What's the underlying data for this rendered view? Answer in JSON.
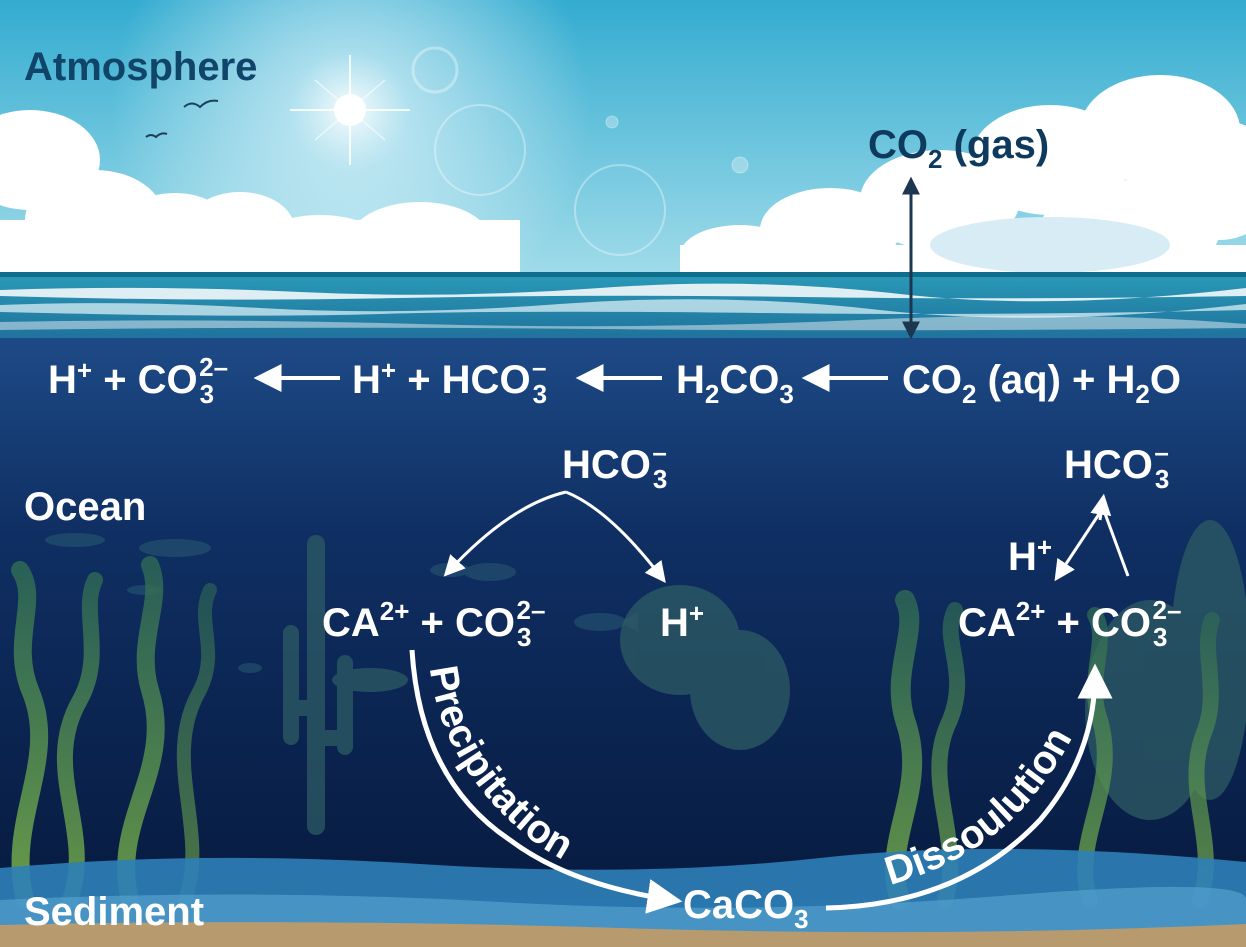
{
  "colors": {
    "sky_top": "#3fb6d6",
    "sky_bottom": "#9fdbea",
    "ocean_top": "#1e4a86",
    "ocean_deep": "#071d44",
    "sediment": "#b79a6e",
    "label_dark": "#104468",
    "text_light": "#ffffff"
  },
  "zones": {
    "atmosphere": "Atmosphere",
    "ocean": "Ocean",
    "sediment": "Sediment"
  },
  "gas": {
    "base": "CO",
    "sub": "2",
    "tail": " (gas)"
  },
  "reaction_chain": {
    "carbonate": {
      "h": "H",
      "hplus": "+",
      "plus": " + CO",
      "sub": "3",
      "sup": "2–"
    },
    "bicarbonate": {
      "h": "H",
      "hplus": "+",
      "plus": " + HCO",
      "sub": "3",
      "sup": "–"
    },
    "carbonic_acid": {
      "h": "H",
      "sub1": "2",
      "co": "CO",
      "sub2": "3"
    },
    "dissolved": {
      "co": "CO",
      "sub1": "2",
      "aq": " (aq) + H",
      "sub2": "2",
      "o": "O"
    }
  },
  "precipitation_side": {
    "bicarbonate": {
      "base": "HCO",
      "sub": "3",
      "sup": "–"
    },
    "ions": {
      "ca": "CA",
      "ca_sup": "2+",
      "plus": " + CO",
      "sub": "3",
      "sup": "2–"
    },
    "proton": {
      "base": "H",
      "sup": "+"
    }
  },
  "dissolution_side": {
    "bicarbonate": {
      "base": "HCO",
      "sub": "3",
      "sup": "–"
    },
    "ions": {
      "ca": "CA",
      "ca_sup": "2+",
      "plus": " + CO",
      "sub": "3",
      "sup": "2–"
    },
    "proton": {
      "base": "H",
      "sup": "+"
    }
  },
  "sediment_compound": {
    "base": "CaCO",
    "sub": "3"
  },
  "processes": {
    "precipitation": "Precipitation",
    "dissolution": "Dissoulution"
  }
}
